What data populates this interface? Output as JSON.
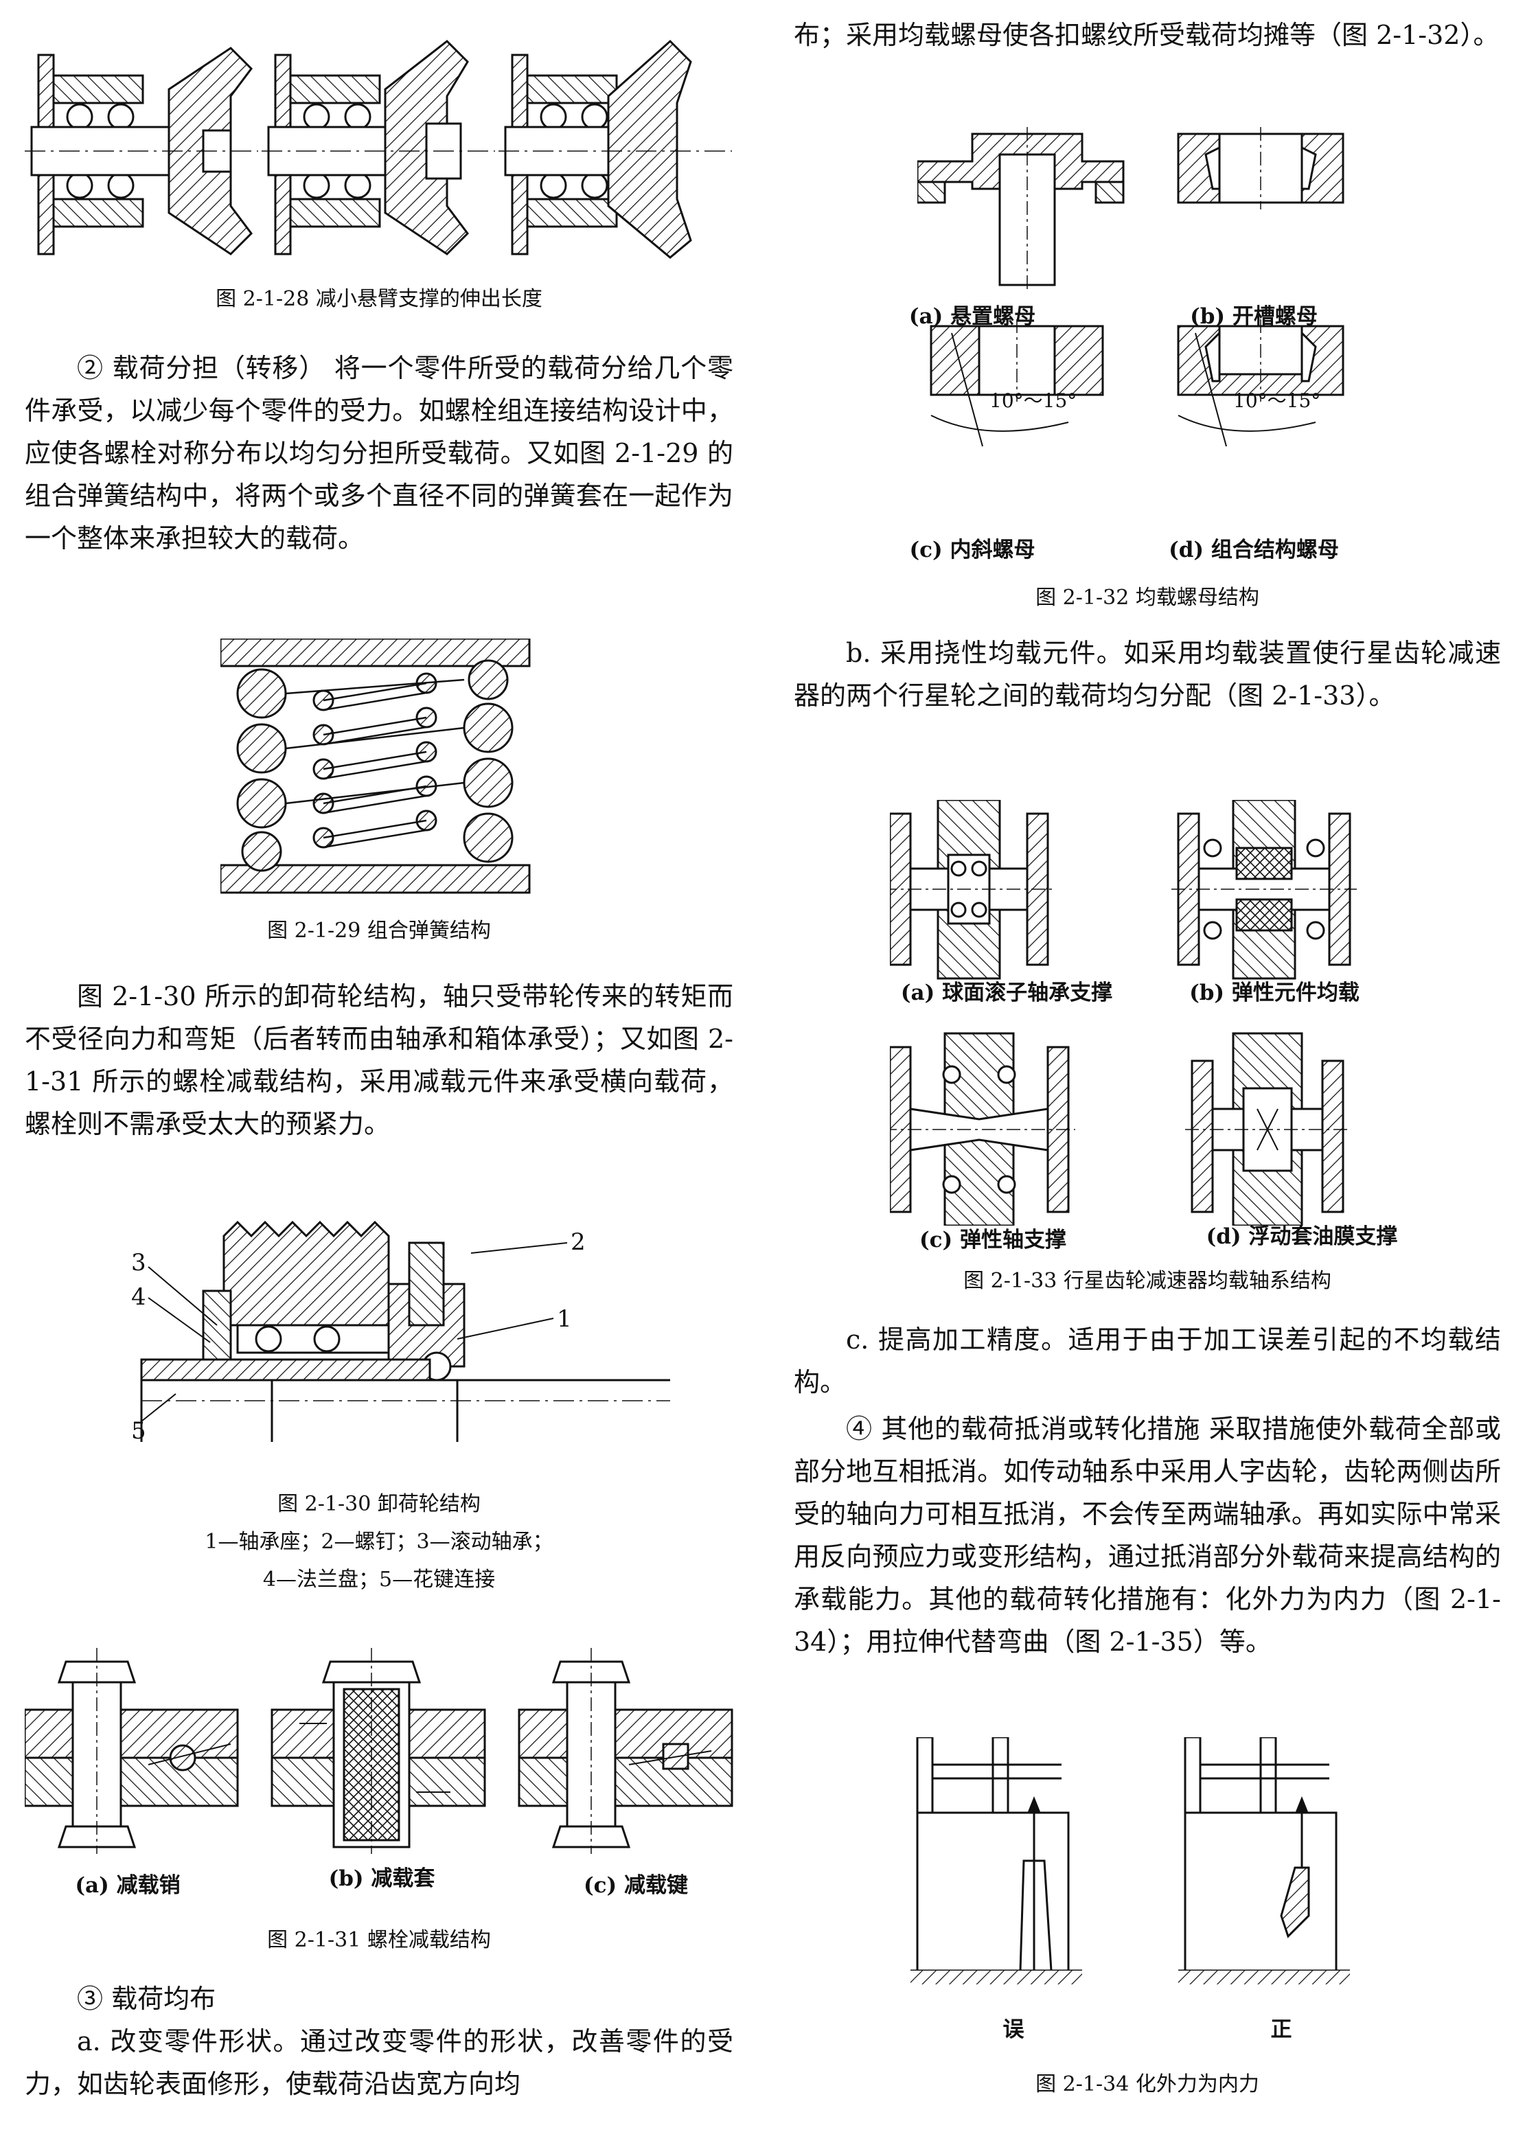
{
  "left": {
    "fig28_caption": "图 2-1-28 减小悬臂支撑的伸出长度",
    "p_load_share": "② 载荷分担（转移） 将一个零件所受的载荷分给几个零件承受，以减少每个零件的受力。如螺栓组连接结构设计中，应使各螺栓对称分布以均匀分担所受载荷。又如图 2-1-29 的组合弹簧结构中，将两个或多个直径不同的弹簧套在一起作为一个整体来承担较大的载荷。",
    "fig29_caption": "图 2-1-29 组合弹簧结构",
    "p_unload": "图 2-1-30 所示的卸荷轮结构，轴只受带轮传来的转矩而不受径向力和弯矩（后者转而由轴承和箱体承受）；又如图 2-1-31 所示的螺栓减载结构，采用减载元件来承受横向载荷，螺栓则不需承受太大的预紧力。",
    "fig30_labels": [
      "1",
      "2",
      "3",
      "4",
      "5"
    ],
    "fig30_caption": "图 2-1-30 卸荷轮结构",
    "fig30_legend_1": "1—轴承座；2—螺钉；3—滚动轴承；",
    "fig30_legend_2": "4—法兰盘；5—花键连接",
    "fig31_sub": [
      "(a) 减载销",
      "(b) 减载套",
      "(c) 减载键"
    ],
    "fig31_caption": "图 2-1-31 螺栓减载结构",
    "p3_heading": "③ 载荷均布",
    "p3a": "a. 改变零件形状。通过改变零件的形状，改善零件的受力，如齿轮表面修形，使载荷沿齿宽方向均"
  },
  "right": {
    "p_top": "布；采用均载螺母使各扣螺纹所受载荷均摊等（图 2-1-32）。",
    "fig32_sub": [
      "(a) 悬置螺母",
      "(b) 开槽螺母",
      "(c) 内斜螺母",
      "(d) 组合结构螺母"
    ],
    "fig32_angle": "10°～15°",
    "fig32_caption": "图 2-1-32 均载螺母结构",
    "p_b": "b. 采用挠性均载元件。如采用均载装置使行星齿轮减速器的两个行星轮之间的载荷均匀分配（图 2-1-33）。",
    "fig33_sub": [
      "(a) 球面滚子轴承支撑",
      "(b) 弹性元件均载",
      "(c) 弹性轴支撑",
      "(d) 浮动套油膜支撑"
    ],
    "fig33_caption": "图 2-1-33 行星齿轮减速器均载轴系结构",
    "p_c": "c. 提高加工精度。适用于由于加工误差引起的不均载结构。",
    "p_other": "④ 其他的载荷抵消或转化措施 采取措施使外载荷全部或部分地互相抵消。如传动轴系中采用人字齿轮，齿轮两侧齿所受的轴向力可相互抵消，不会传至两端轴承。再如实际中常采用反向预应力或变形结构，通过抵消部分外载荷来提高结构的承载能力。其他的载荷转化措施有：化外力为内力（图 2-1-34）；用拉伸代替弯曲（图 2-1-35）等。",
    "fig34_sub": [
      "误",
      "正"
    ],
    "fig34_caption": "图 2-1-34 化外力为内力"
  }
}
